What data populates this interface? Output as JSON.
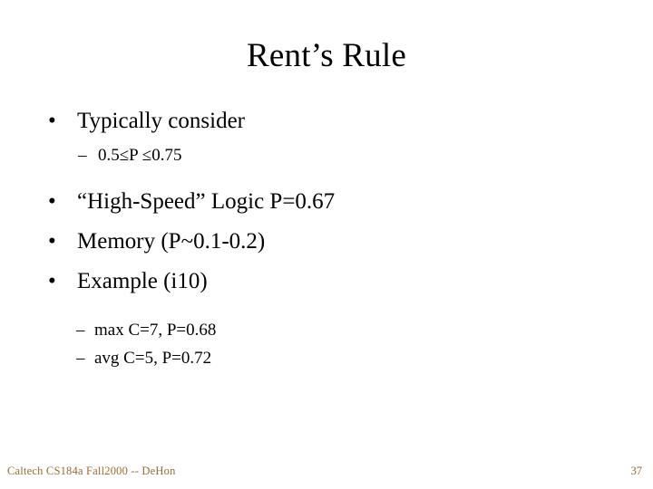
{
  "slide": {
    "title": "Rent’s Rule",
    "bullets": [
      {
        "level": 1,
        "marker": "•",
        "text": "Typically consider"
      },
      {
        "level": 2,
        "marker": "–",
        "text": "0.5≤P ≤0.75"
      },
      {
        "level": 1,
        "marker": "•",
        "text": "“High-Speed” Logic P=0.67"
      },
      {
        "level": 1,
        "marker": "•",
        "text": "Memory (P~0.1-0.2)"
      },
      {
        "level": 1,
        "marker": "•",
        "text": "Example (i10)"
      },
      {
        "level": 2,
        "marker": "–",
        "text": "max C=7, P=0.68"
      },
      {
        "level": 2,
        "marker": "–",
        "text": "avg C=5, P=0.72"
      }
    ],
    "footer": "Caltech CS184a Fall2000 -- DeHon",
    "page_number": "37",
    "colors": {
      "background": "#ffffff",
      "text": "#000000",
      "footer": "#9a6a33"
    }
  }
}
